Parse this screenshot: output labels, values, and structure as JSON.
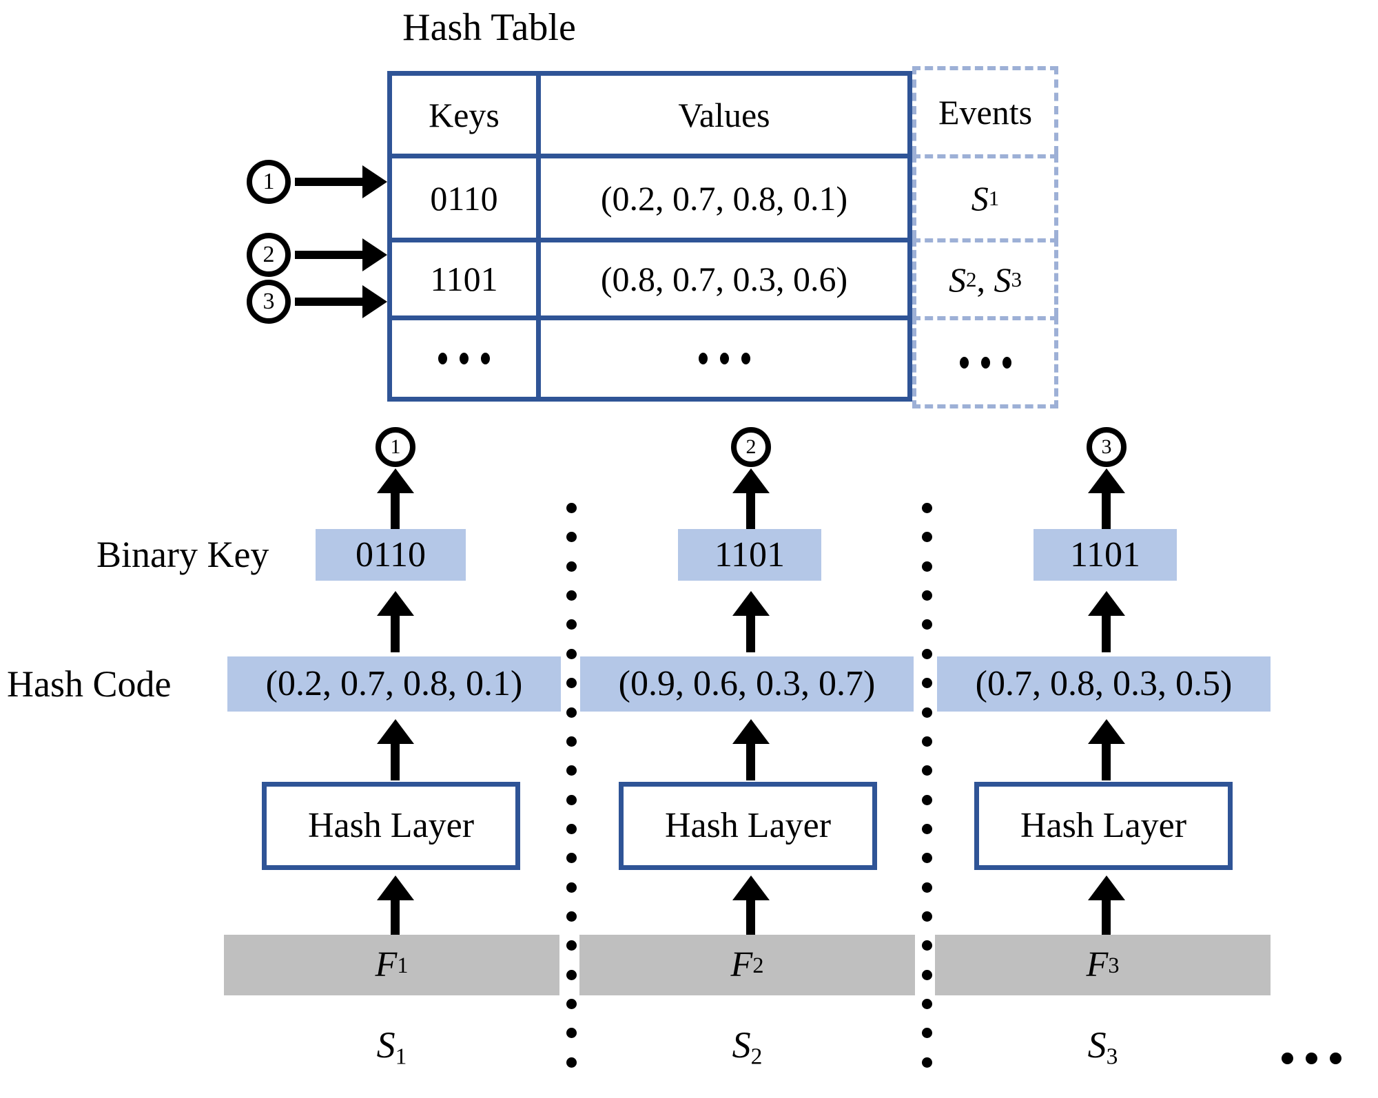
{
  "diagram": {
    "title": "Hash Table",
    "table": {
      "columns": [
        "Keys",
        "Values",
        "Events"
      ],
      "rows": [
        {
          "key": "0110",
          "value": "(0.2, 0.7, 0.8, 0.1)",
          "events": "S1"
        },
        {
          "key": "1101",
          "value": "(0.8, 0.7, 0.3, 0.6)",
          "events": "S2, S3"
        },
        {
          "key": "...",
          "value": "...",
          "events": "..."
        }
      ]
    },
    "lookup_markers": [
      {
        "label": "1"
      },
      {
        "label": "2"
      },
      {
        "label": "3"
      }
    ],
    "row_labels": {
      "binary_key": "Binary Key",
      "hash_code": "Hash Code"
    },
    "pipelines": [
      {
        "marker": "1",
        "binary_key": "0110",
        "hash_code": "(0.2, 0.7, 0.8, 0.1)",
        "hash_layer": "Hash Layer",
        "feature": "F1",
        "sample": "S1"
      },
      {
        "marker": "2",
        "binary_key": "1101",
        "hash_code": "(0.9, 0.6, 0.3, 0.7)",
        "hash_layer": "Hash Layer",
        "feature": "F2",
        "sample": "S2"
      },
      {
        "marker": "3",
        "binary_key": "1101",
        "hash_code": "(0.7, 0.8, 0.3, 0.5)",
        "hash_layer": "Hash Layer",
        "feature": "F3",
        "sample": "S3"
      }
    ],
    "trailing_ellipsis": "...",
    "colors": {
      "table_border": "#2f5496",
      "events_border": "#9db0d6",
      "value_box": "#b4c7e7",
      "feature_bar": "#bfbfbf",
      "arrow": "#000000"
    }
  }
}
